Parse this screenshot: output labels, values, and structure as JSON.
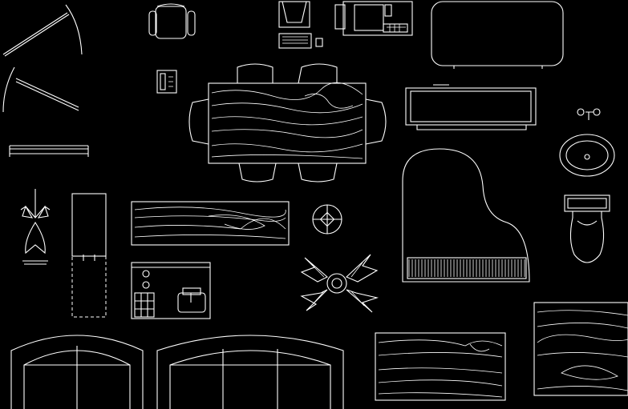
{
  "theme": {
    "background": "#000000",
    "stroke": "#ffffff"
  },
  "symbols": [
    "door-swing-symbol",
    "office-chair-symbol",
    "desk-computer-symbol",
    "crt-monitor-symbol",
    "sofa-symbol",
    "telephone-symbol",
    "dining-table-symbol",
    "tv-console-symbol",
    "sink-faucet-symbol",
    "grand-piano-symbol",
    "toilet-symbol",
    "wardrobe-symbol",
    "wood-bench-symbol",
    "plant-symbol",
    "kitchen-counter-symbol",
    "garage-door-symbol",
    "wood-panel-symbol"
  ]
}
